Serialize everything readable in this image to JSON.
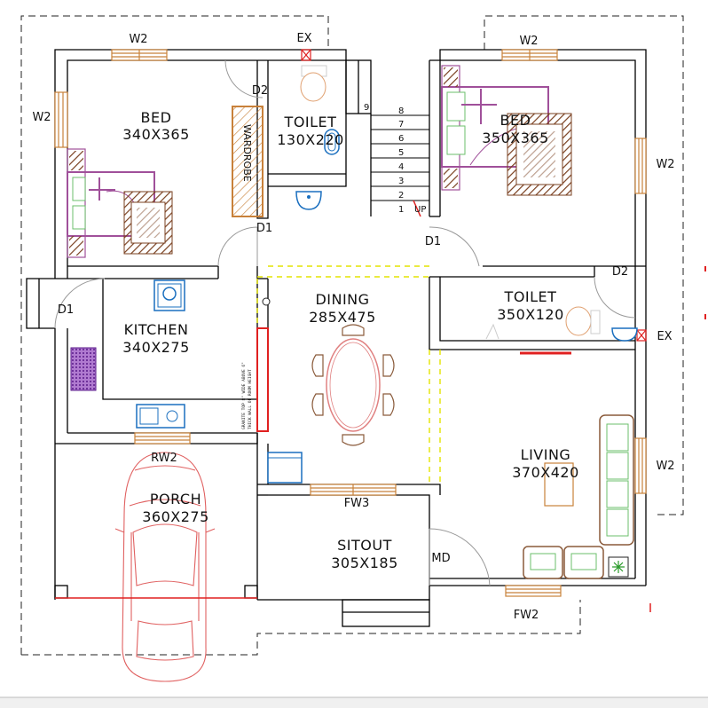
{
  "rooms": {
    "bed_left": {
      "name": "BED",
      "size": "340X365"
    },
    "toilet_top": {
      "name": "TOILET",
      "size": "130X220"
    },
    "bed_right": {
      "name": "BED",
      "size": "350X365"
    },
    "dining": {
      "name": "DINING",
      "size": "285X475"
    },
    "toilet_right": {
      "name": "TOILET",
      "size": "350X120"
    },
    "kitchen": {
      "name": "KITCHEN",
      "size": "340X275"
    },
    "living": {
      "name": "LIVING",
      "size": "370X420"
    },
    "porch": {
      "name": "PORCH",
      "size": "360X275"
    },
    "sitout": {
      "name": "SITOUT",
      "size": "305X185"
    }
  },
  "openings": {
    "w2_top_left": "W2",
    "ex_top": "EX",
    "w2_top_right": "W2",
    "w2_left": "W2",
    "w2_right_upper": "W2",
    "w2_right_lower": "W2",
    "d2_top": "D2",
    "d1_bed_left": "D1",
    "d1_bed_right": "D1",
    "d2_toilet_right": "D2",
    "d1_kitchen": "D1",
    "ex_right": "EX",
    "rw2": "RW2",
    "fw3": "FW3",
    "md": "MD",
    "fw2": "FW2"
  },
  "stairs": {
    "steps": [
      "1",
      "2",
      "3",
      "4",
      "5",
      "6",
      "7",
      "8",
      "9"
    ],
    "up": "UP"
  },
  "furniture": {
    "wardrobe": "WARDROBE"
  },
  "notes": {
    "granite_lines": [
      "GRANITE TOP 8\" WIDE ABOVE 6\"",
      "THICK WALL OF ROOM HEIGHT"
    ]
  },
  "colors": {
    "wall": "#000000",
    "window": "#c8813a",
    "furniture": "#a0509a",
    "car": "#e06060",
    "fixture": "#1a6fbf",
    "guide": "#e4e400",
    "red_mark": "#e02020"
  }
}
